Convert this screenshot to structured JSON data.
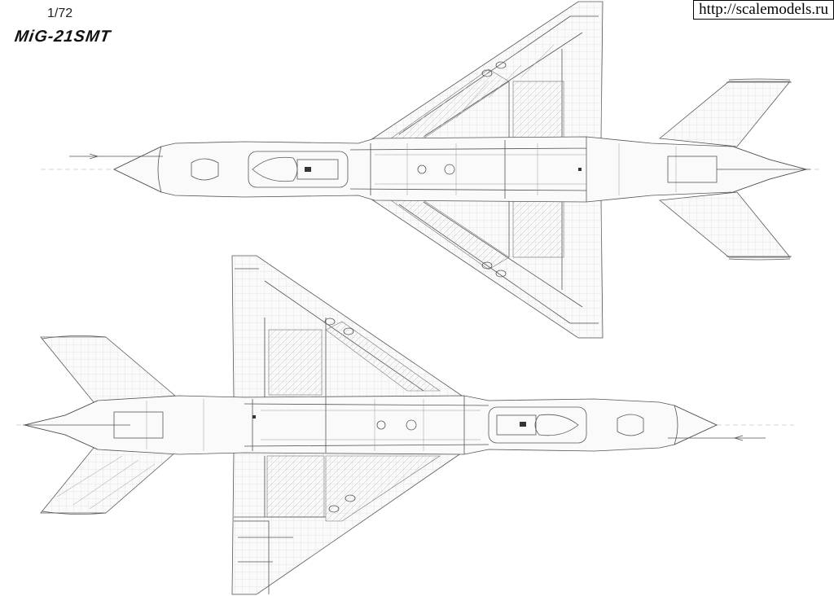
{
  "header": {
    "scale": "1/72",
    "title": "MiG-21SMT"
  },
  "watermark": {
    "text": "http://scalemodels.ru"
  }
}
